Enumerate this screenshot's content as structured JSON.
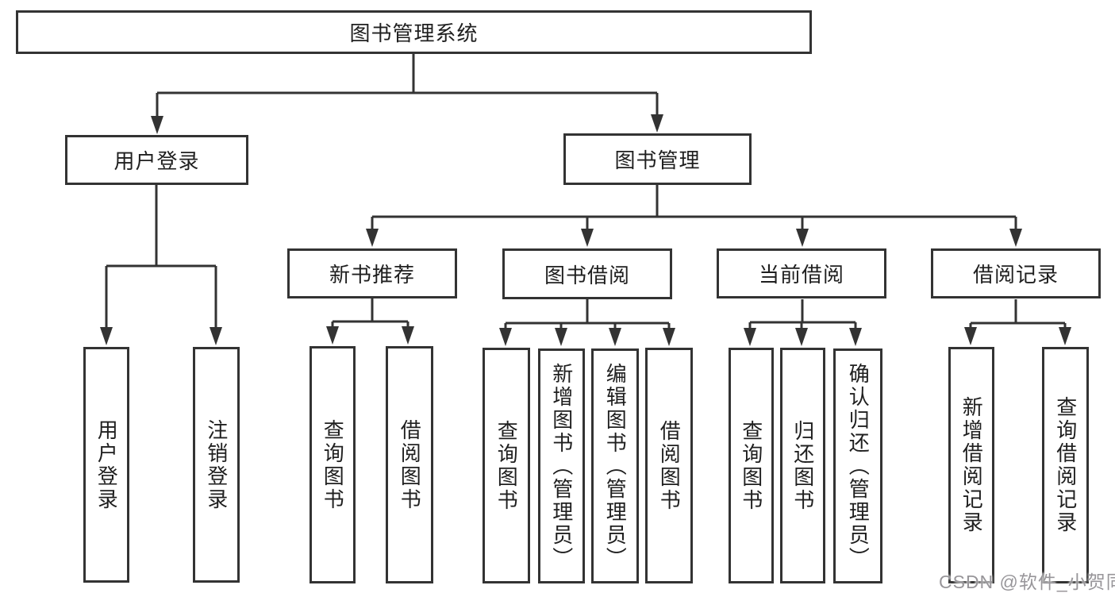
{
  "diagram_title": "图书管理系统",
  "watermark": "CSDN @软件_小贺同学",
  "colors": {
    "line": "#333333",
    "box_border": "#333333",
    "text": "#1f1f1f",
    "watermark": "#98969a",
    "background": "#ffffff"
  },
  "tree": {
    "label": "图书管理系统",
    "children": [
      {
        "label": "用户登录",
        "children": [
          {
            "label": "用户登录"
          },
          {
            "label": "注销登录"
          }
        ]
      },
      {
        "label": "图书管理",
        "children": [
          {
            "label": "新书推荐",
            "children": [
              {
                "label": "查询图书"
              },
              {
                "label": "借阅图书"
              }
            ]
          },
          {
            "label": "图书借阅",
            "children": [
              {
                "label": "查询图书"
              },
              {
                "label": "新增图书（管理员）"
              },
              {
                "label": "编辑图书（管理员）"
              },
              {
                "label": "借阅图书"
              }
            ]
          },
          {
            "label": "当前借阅",
            "children": [
              {
                "label": "查询图书"
              },
              {
                "label": "归还图书"
              },
              {
                "label": "确认归还（管理员）"
              }
            ]
          },
          {
            "label": "借阅记录",
            "children": [
              {
                "label": "新增借阅记录"
              },
              {
                "label": "查询借阅记录"
              }
            ]
          }
        ]
      }
    ]
  }
}
